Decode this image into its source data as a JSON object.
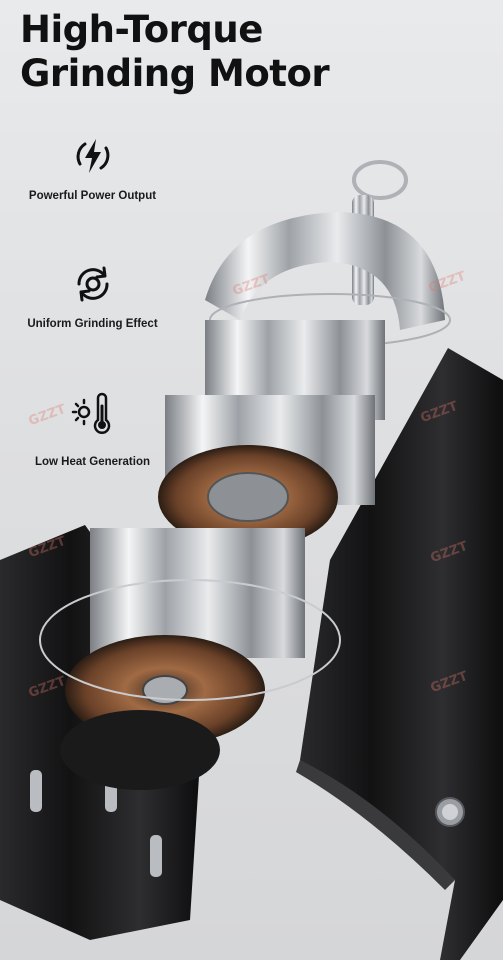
{
  "heading": {
    "line1": "High-Torque",
    "line2": "Grinding Motor"
  },
  "features": [
    {
      "icon": "lightning-bolt-icon",
      "label": "Powerful Power Output"
    },
    {
      "icon": "rotating-arrows-icon",
      "label": "Uniform Grinding Effect"
    },
    {
      "icon": "thermometer-heat-icon",
      "label": "Low Heat Generation"
    }
  ],
  "colors": {
    "text": "#111111",
    "housing": "#1c1c1e",
    "chrome": "#c7c9cc",
    "copper": "#8a5a3c"
  }
}
